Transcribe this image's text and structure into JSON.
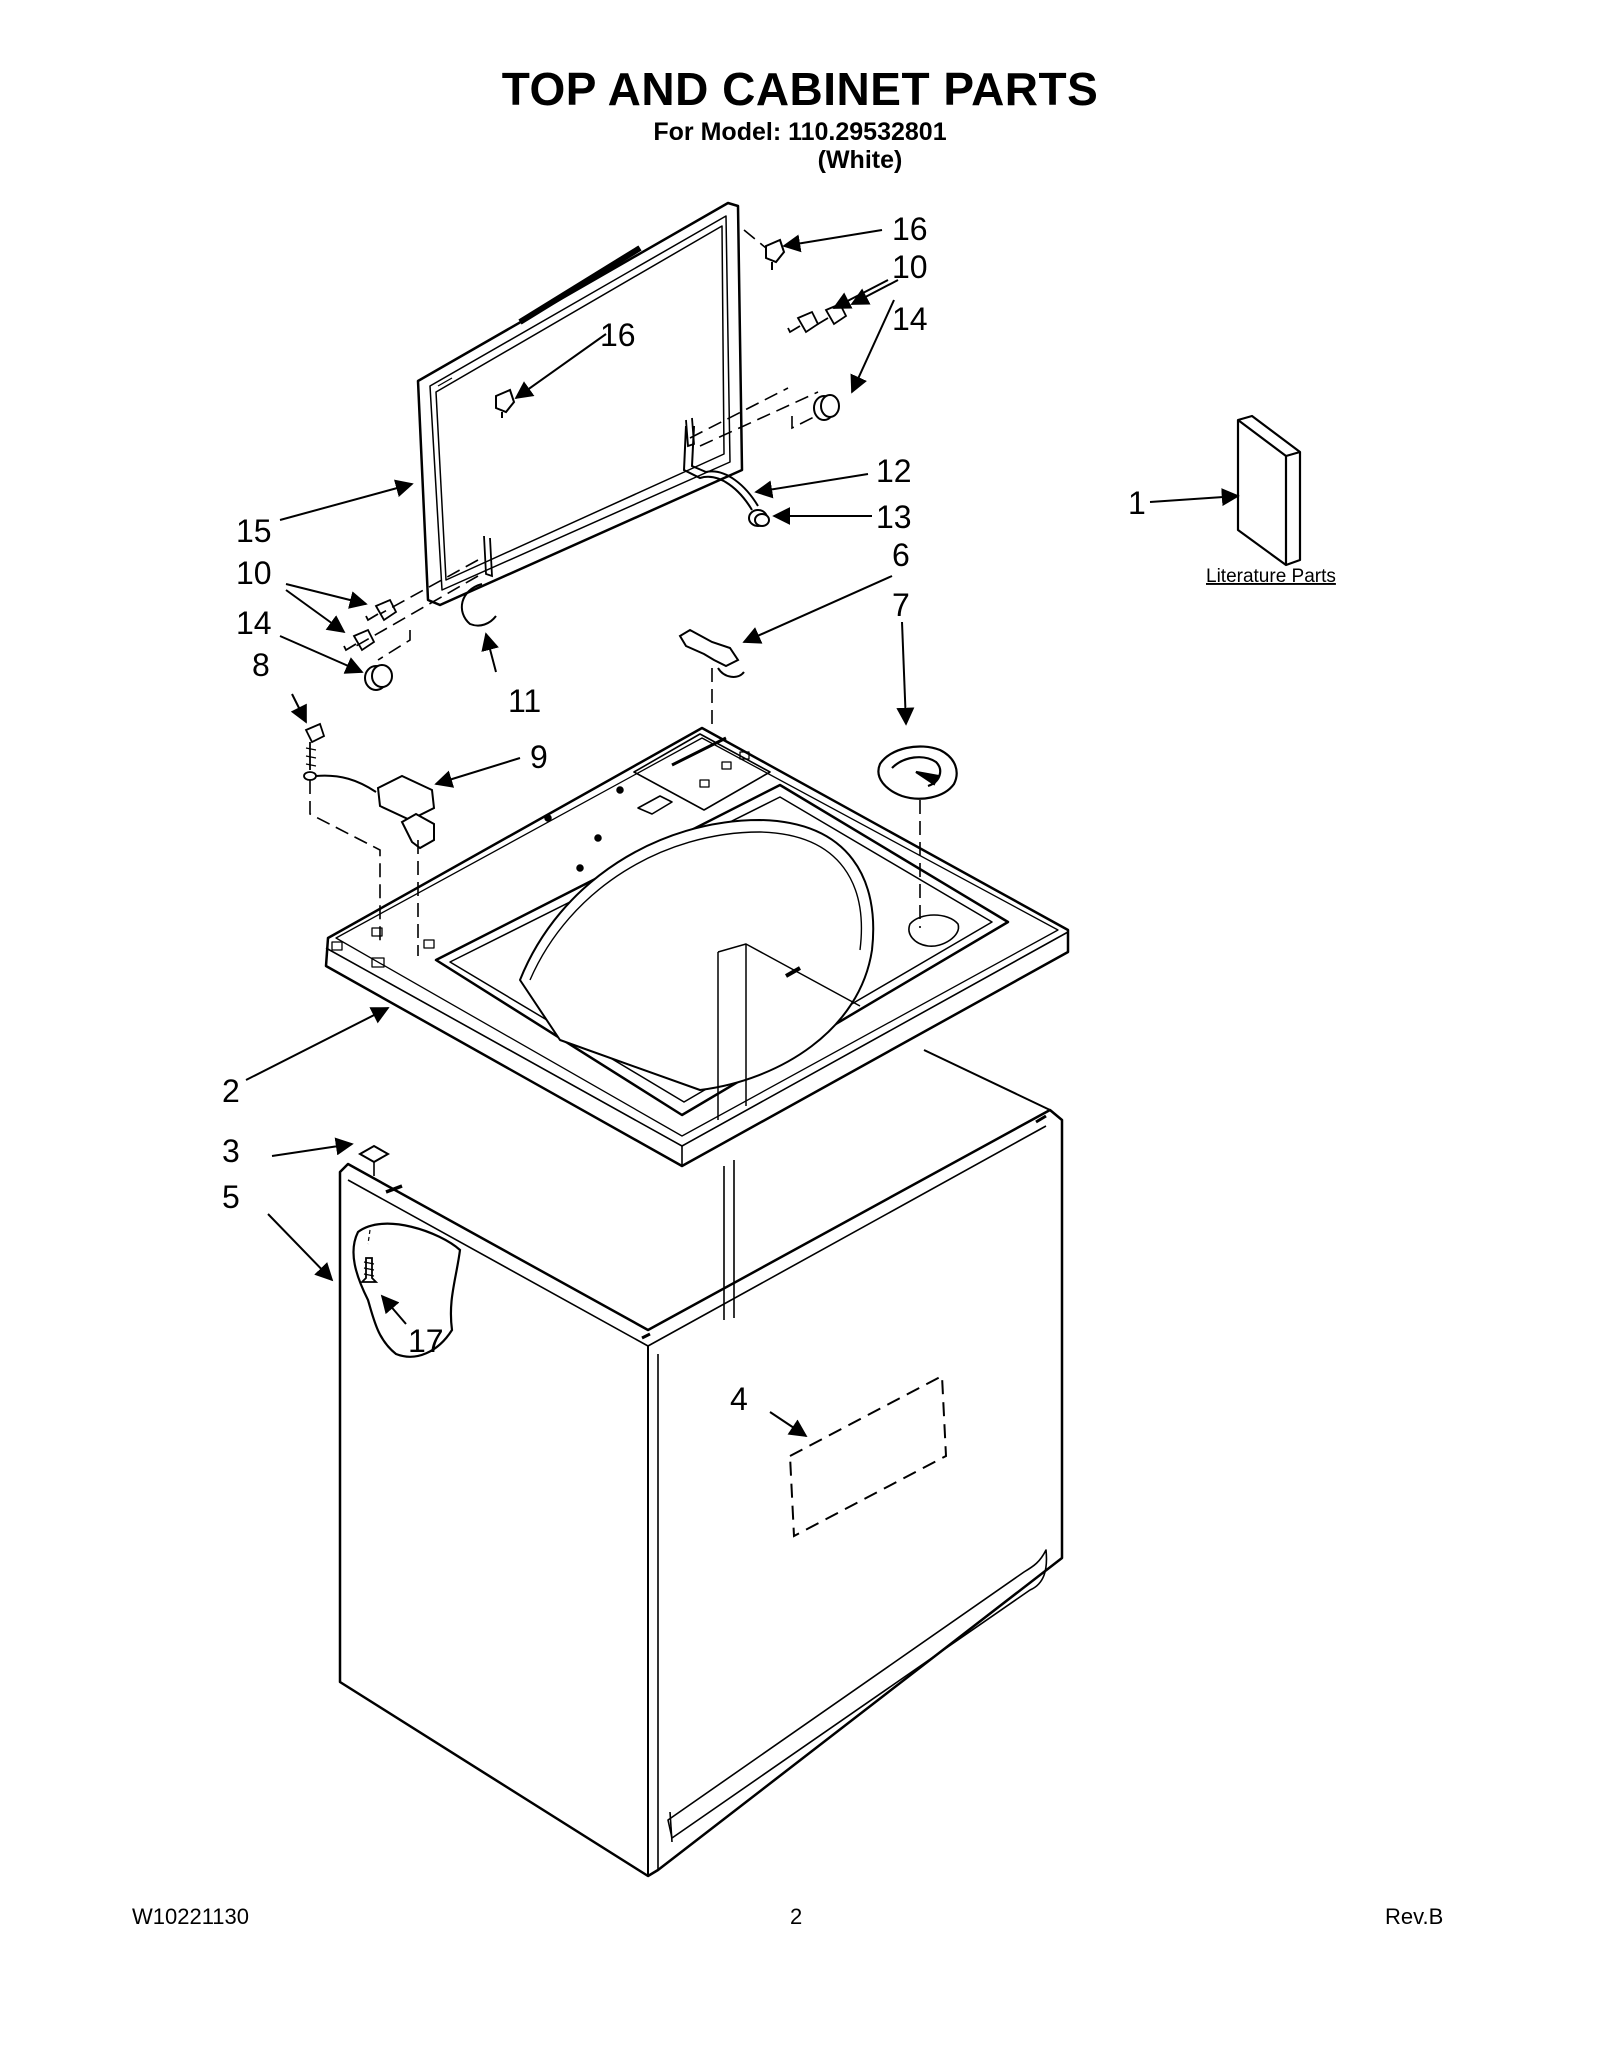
{
  "header": {
    "title": "TOP AND CABINET PARTS",
    "model_line": "For Model: 110.29532801",
    "color_line": "(White)"
  },
  "literature": {
    "label": "Literature Parts"
  },
  "callouts": {
    "c16a": "16",
    "c10a": "10",
    "c14a": "14",
    "c16b": "16",
    "c12": "12",
    "c13": "13",
    "c1": "1",
    "c15": "15",
    "c10b": "10",
    "c14b": "14",
    "c8": "8",
    "c11": "11",
    "c6": "6",
    "c7": "7",
    "c9": "9",
    "c2": "2",
    "c3": "3",
    "c5": "5",
    "c17": "17",
    "c4": "4"
  },
  "footer": {
    "doc_number": "W10221130",
    "page": "2",
    "revision": "Rev.B"
  }
}
